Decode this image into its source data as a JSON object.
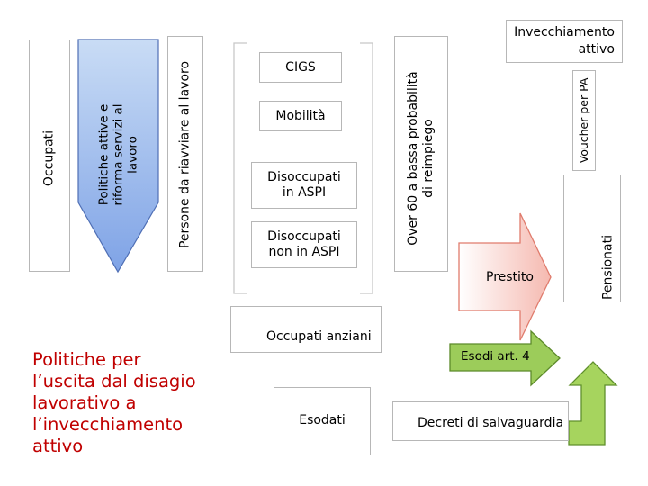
{
  "labels": {
    "occupati": "Occupati",
    "politiche_attive": [
      "Politiche attive e",
      "riforma servizi al",
      "lavoro"
    ],
    "persone_riavviare": "Persone  da riavviare al lavoro",
    "cigs": "CIGS",
    "mobilita": "Mobilità",
    "disoccupati_aspi": [
      "Disoccupati",
      "in ASPI"
    ],
    "disoccupati_non_aspi": [
      "Disoccupati",
      "non in ASPI"
    ],
    "over60": [
      "Over 60 a bassa probabilità",
      "di reimpiego"
    ],
    "invecchiamento": [
      "Invecchiamento",
      "attivo"
    ],
    "voucher": "Voucher per PA",
    "pensionati": "Pensionati",
    "prestito": "Prestito",
    "occupati_anziani": "Occupati anziani",
    "esodi": "Esodi art. 4",
    "esodati": "Esodati",
    "decreti": "Decreti di salvaguardia"
  },
  "caption": [
    "Politiche per",
    "l’uscita dal disagio",
    "lavorativo a",
    "l’invecchiamento",
    "attivo"
  ],
  "colors": {
    "arrow_fill_top": "#c9dcf5",
    "arrow_fill_bottom": "#7fa3e6",
    "arrow_stroke": "#4f6fb5",
    "prestito_fill_top": "#ffffff",
    "prestito_fill_bottom": "#f5b9b0",
    "prestito_stroke": "#e07b6c",
    "esodi_fill": "#9ccc5a",
    "esodi_stroke": "#5c8a2a",
    "uturn_fill": "#a6d45e",
    "uturn_stroke": "#5f8f2c",
    "caption": "#c00000",
    "box_border": "#b7b7b7"
  }
}
